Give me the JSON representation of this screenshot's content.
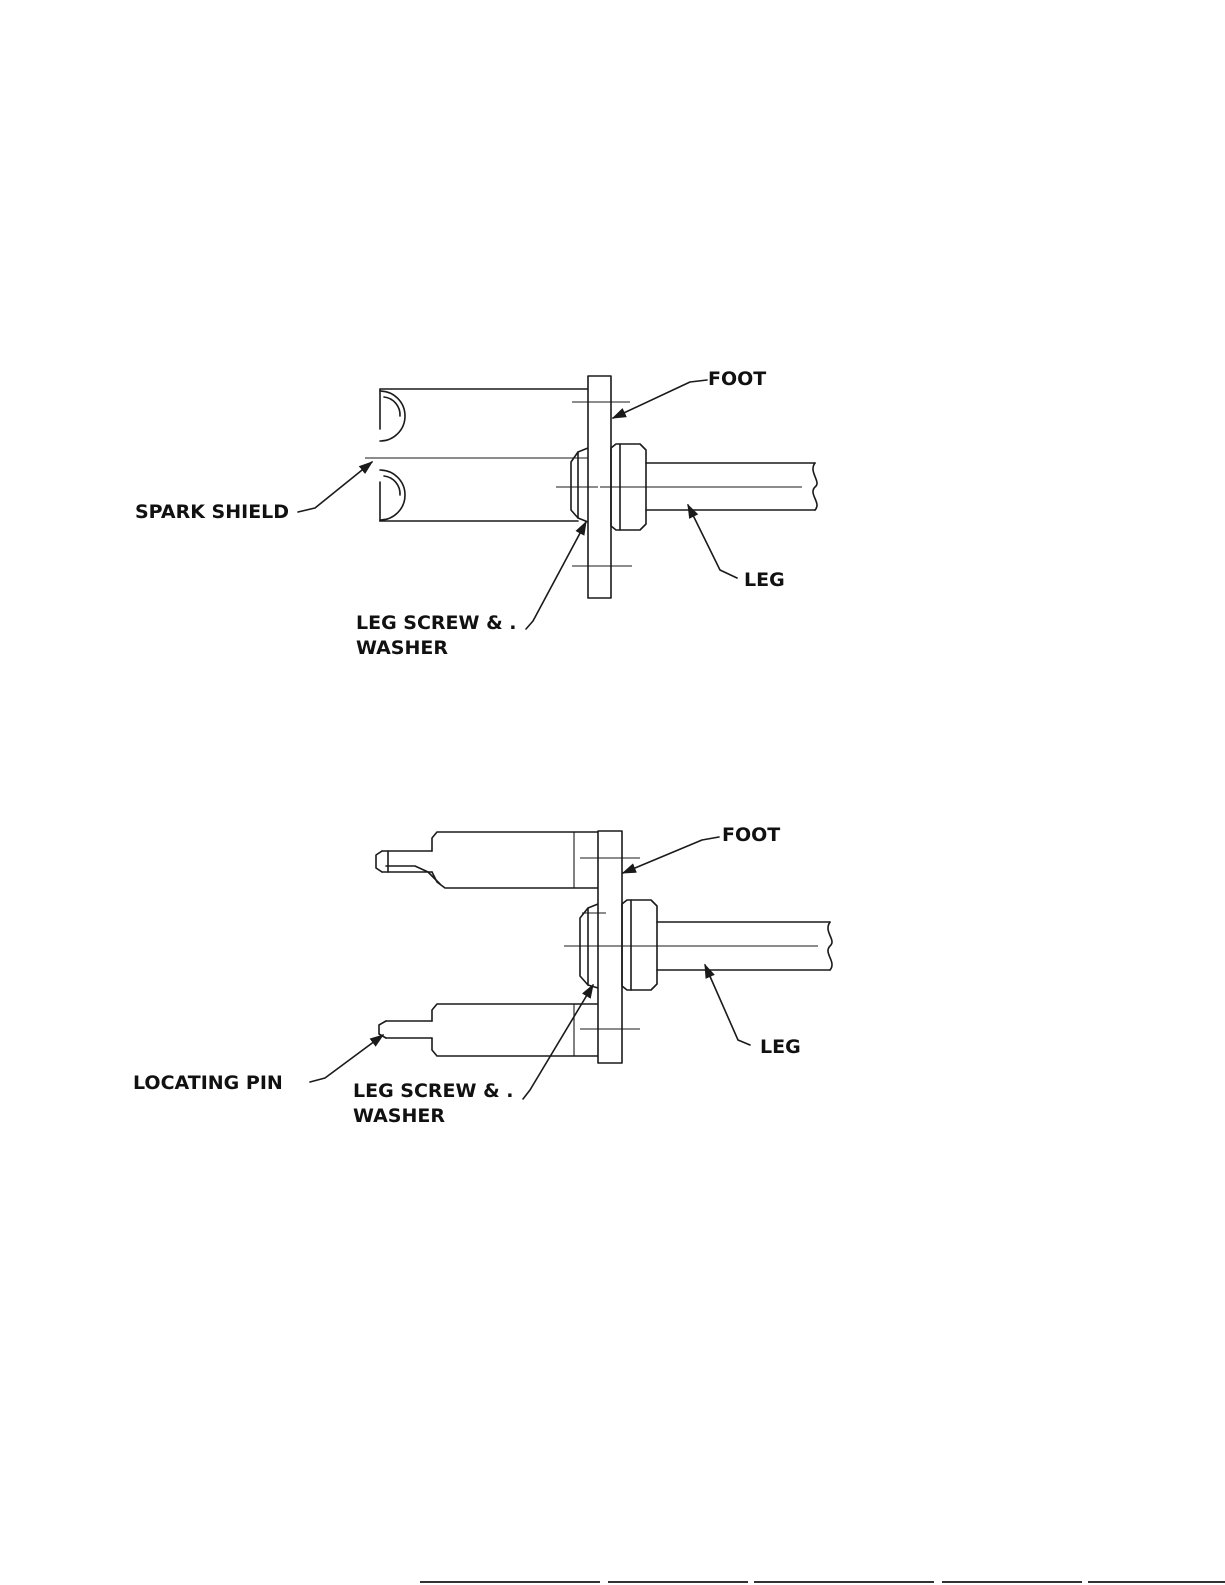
{
  "figure_1": {
    "labels": {
      "foot": "FOOT",
      "spark_shield": "SPARK SHIELD",
      "leg_screw_line1": "LEG SCREW & .",
      "leg_screw_line2": "WASHER",
      "leg": "LEG"
    }
  },
  "figure_2": {
    "labels": {
      "foot": "FOOT",
      "locating_pin": "LOCATING PIN",
      "leg_screw_line1": "LEG SCREW & .",
      "leg_screw_line2": "WASHER",
      "leg": "LEG"
    }
  },
  "colors": {
    "ink": "#1a1a1a",
    "paper": "#ffffff"
  }
}
